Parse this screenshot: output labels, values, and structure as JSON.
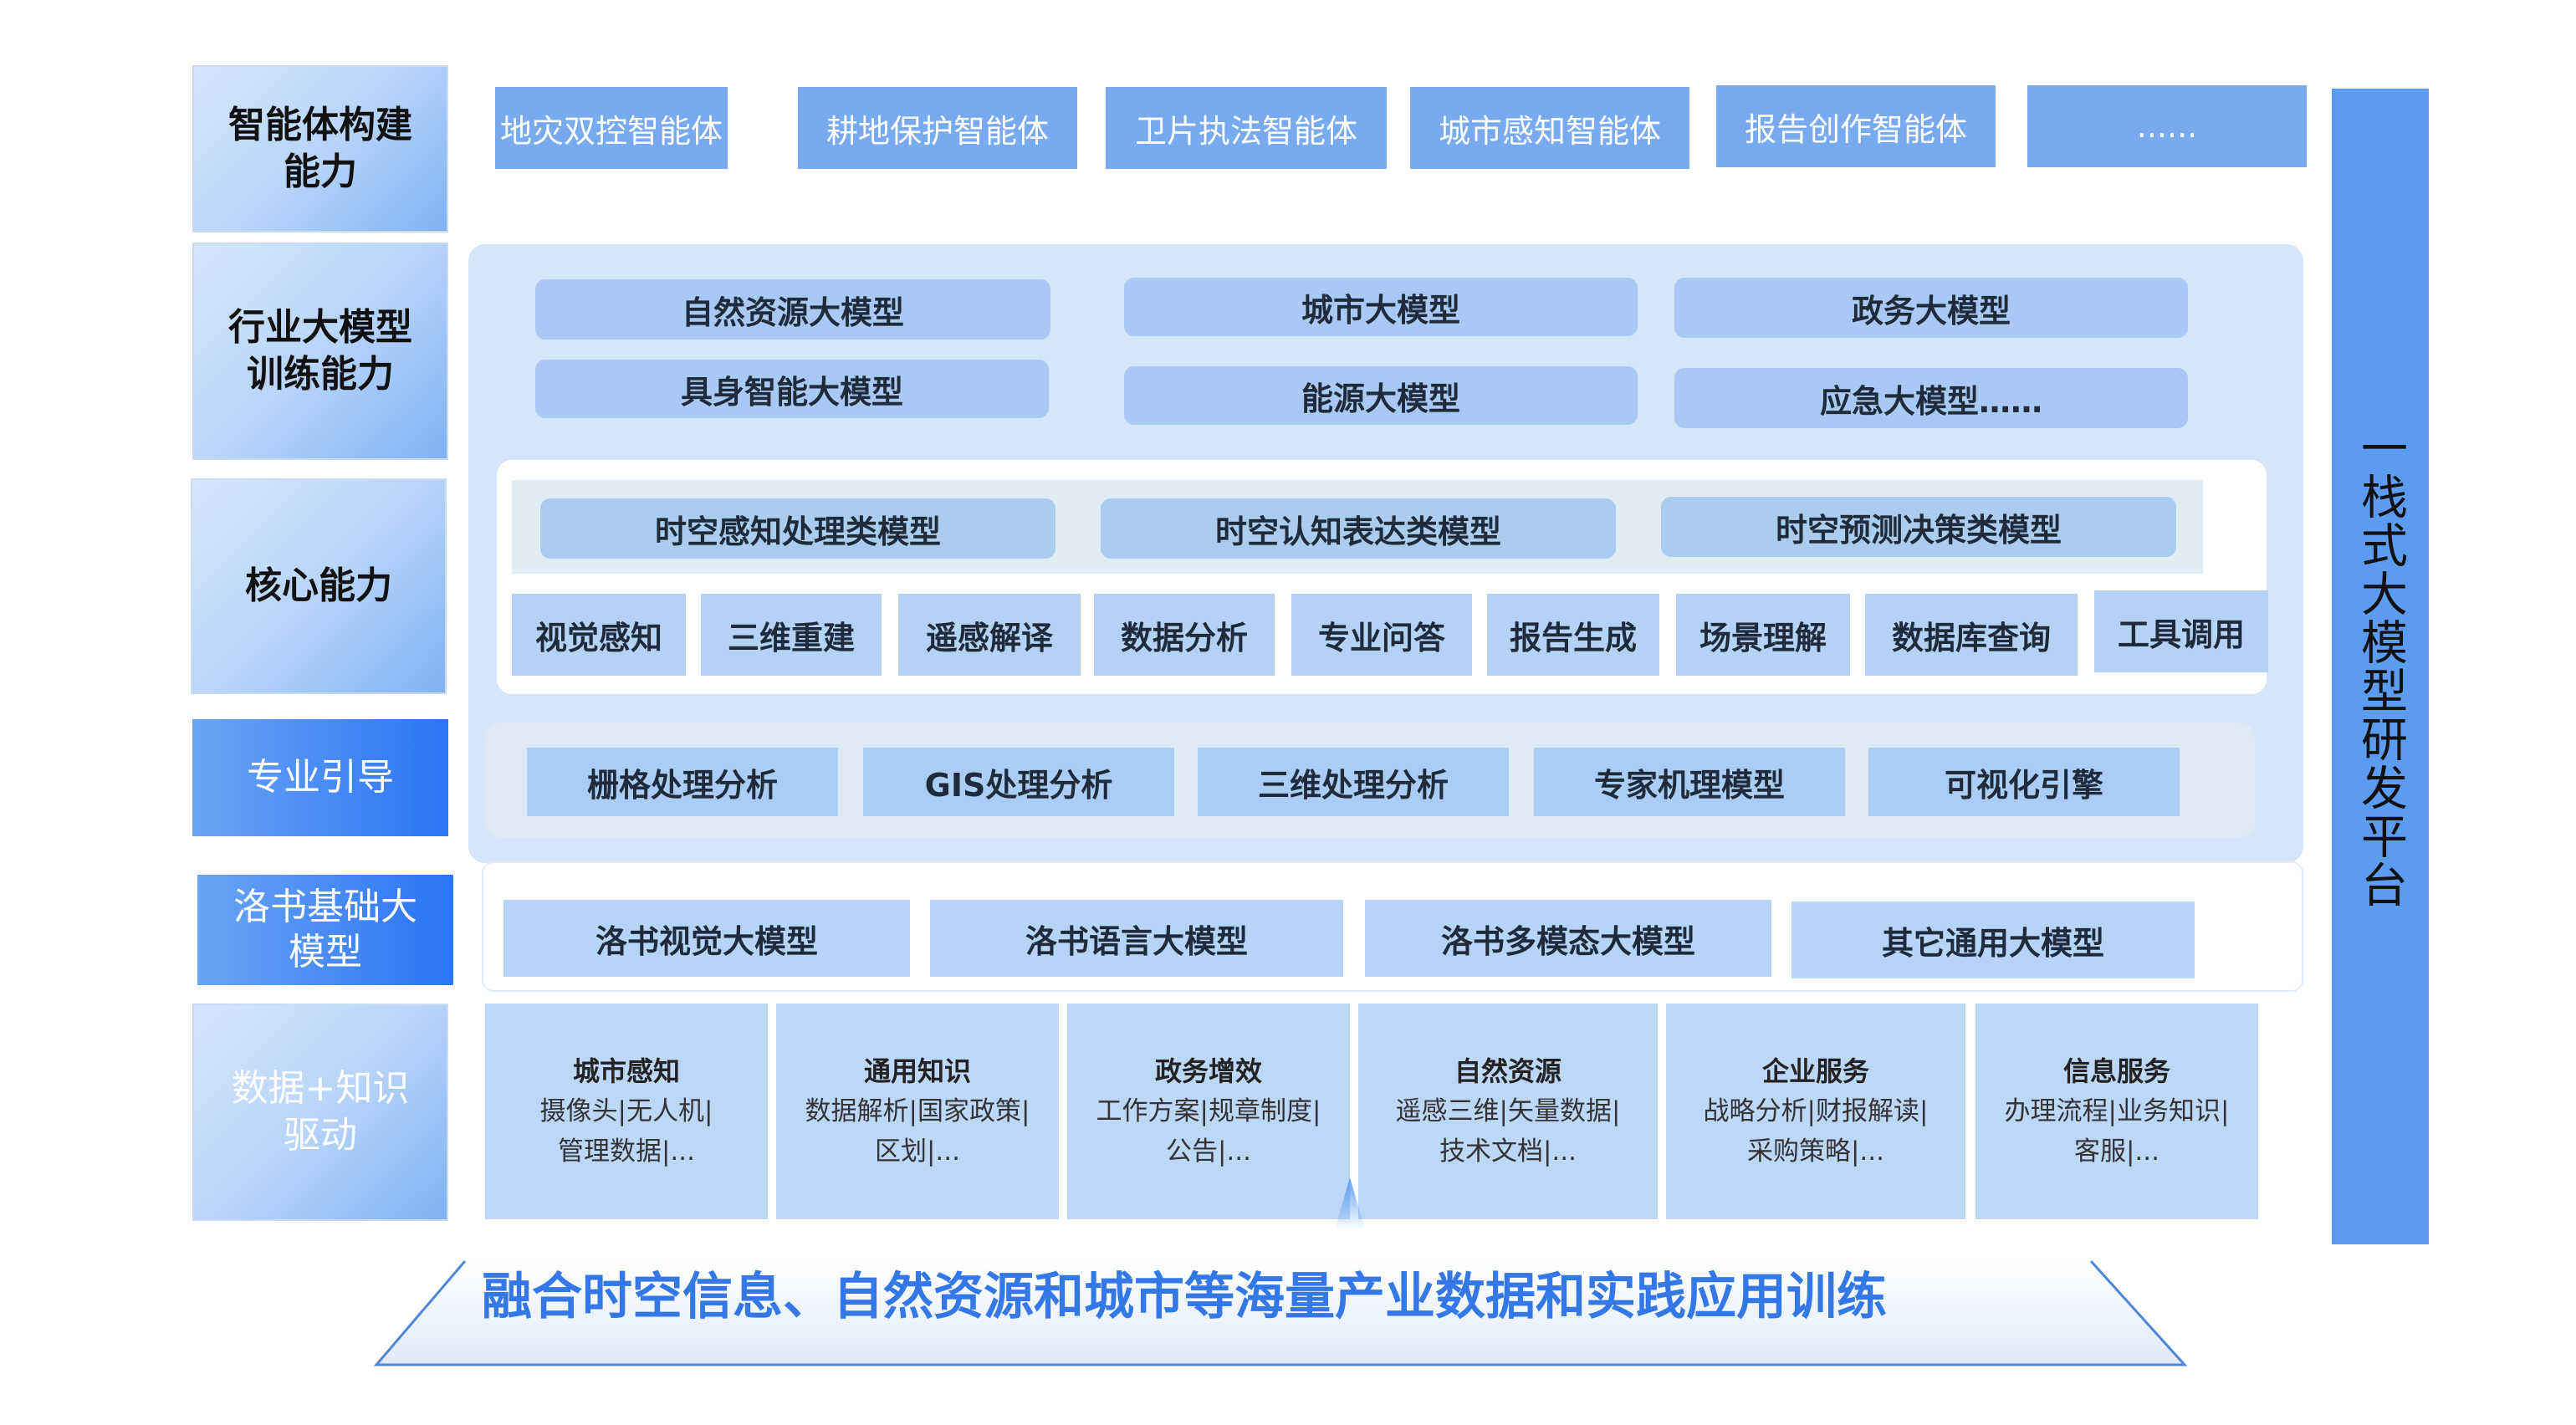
{
  "left_labels": [
    "智能体构建\n能力",
    "行业大模型\n训练能力",
    "核心能力",
    "专业引导",
    "洛书基础大\n模型",
    "数据+知识\n驱动"
  ],
  "agents": [
    "地灾双控智能体",
    "耕地保护智能体",
    "卫片执法智能体",
    "城市感知智能体",
    "报告创作智能体",
    "......"
  ],
  "platform": "一栈式大模型研发平台",
  "industry_models": [
    "自然资源大模型",
    "城市大模型",
    "政务大模型",
    "具身智能大模型",
    "能源大模型",
    "应急大模型……"
  ],
  "spatiotemporal_models": [
    "时空感知处理类模型",
    "时空认知表达类模型",
    "时空预测决策类模型"
  ],
  "core_abilities": [
    "视觉感知",
    "三维重建",
    "遥感解译",
    "数据分析",
    "专业问答",
    "报告生成",
    "场景理解",
    "数据库查询",
    "工具调用"
  ],
  "professional": [
    "栅格处理分析",
    "GIS处理分析",
    "三维处理分析",
    "专家机理模型",
    "可视化引擎"
  ],
  "luoshu": [
    "洛书视觉大模型",
    "洛书语言大模型",
    "洛书多模态大模型",
    "其它通用大模型"
  ],
  "data_sources": [
    {
      "title": "城市感知",
      "l1": "摄像头|无人机|",
      "l2": "管理数据|..."
    },
    {
      "title": "通用知识",
      "l1": "数据解析|国家政策|",
      "l2": "区划|..."
    },
    {
      "title": "政务增效",
      "l1": "工作方案|规章制度|",
      "l2": "公告|..."
    },
    {
      "title": "自然资源",
      "l1": "遥感三维|矢量数据|",
      "l2": "技术文档|..."
    },
    {
      "title": "企业服务",
      "l1": "战略分析|财报解读|",
      "l2": "采购策略|..."
    },
    {
      "title": "信息服务",
      "l1": "办理流程|业务知识|",
      "l2": "客服|..."
    }
  ],
  "banner": "融合时空信息、自然资源和城市等海量产业数据和实践应用训练"
}
